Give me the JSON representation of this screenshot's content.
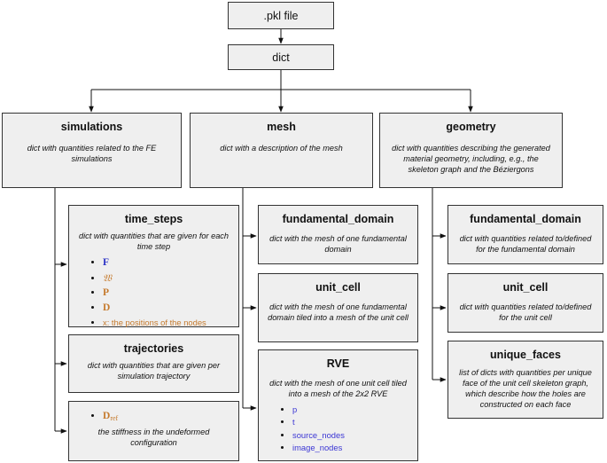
{
  "root": {
    "label": ".pkl file"
  },
  "dict": {
    "label": "dict"
  },
  "simulations": {
    "title": "simulations",
    "desc": "dict with quantities related to the FE simulations",
    "children": {
      "time_steps": {
        "title": "time_steps",
        "desc": "dict with quantities that are given for each time step",
        "items": [
          "F",
          "𝔚",
          "P",
          "D",
          "x: the positions of the nodes"
        ]
      },
      "trajectories": {
        "title": "trajectories",
        "desc": "dict with quantities that are given per simulation trajectory"
      },
      "stiffness": {
        "item_symbol": "D",
        "item_subscript": "ref",
        "desc": "the stiffness in the undeformed configuration"
      }
    }
  },
  "mesh": {
    "title": "mesh",
    "desc": "dict with a description of the mesh",
    "children": {
      "fundamental_domain": {
        "title": "fundamental_domain",
        "desc": "dict with the mesh of one fundamental domain"
      },
      "unit_cell": {
        "title": "unit_cell",
        "desc": "dict with the mesh of one fundamental domain tiled into a mesh of the unit cell"
      },
      "rve": {
        "title": "RVE",
        "desc": "dict with the mesh of one unit cell tiled into a mesh of the 2x2 RVE",
        "items": [
          "p",
          "t",
          "source_nodes",
          "image_nodes"
        ]
      }
    }
  },
  "geometry": {
    "title": "geometry",
    "desc": "dict with quantities describing the generated material geometry, including, e.g., the skeleton graph and the Béziergons",
    "children": {
      "fundamental_domain": {
        "title": "fundamental_domain",
        "desc": "dict with quantities related to/defined for the fundamental domain"
      },
      "unit_cell": {
        "title": "unit_cell",
        "desc": "dict with quantities related to/defined for the unit cell"
      },
      "unique_faces": {
        "title": "unique_faces",
        "desc": "list of dicts with quantities per unique face of the unit cell skeleton graph, which describe how the holes are constructed on each face"
      }
    }
  },
  "colors": {
    "box_fill": "#efefef",
    "border": "#333333",
    "blue": "#2b32c6",
    "orange": "#c57a2d",
    "link": "#3b36d4"
  }
}
